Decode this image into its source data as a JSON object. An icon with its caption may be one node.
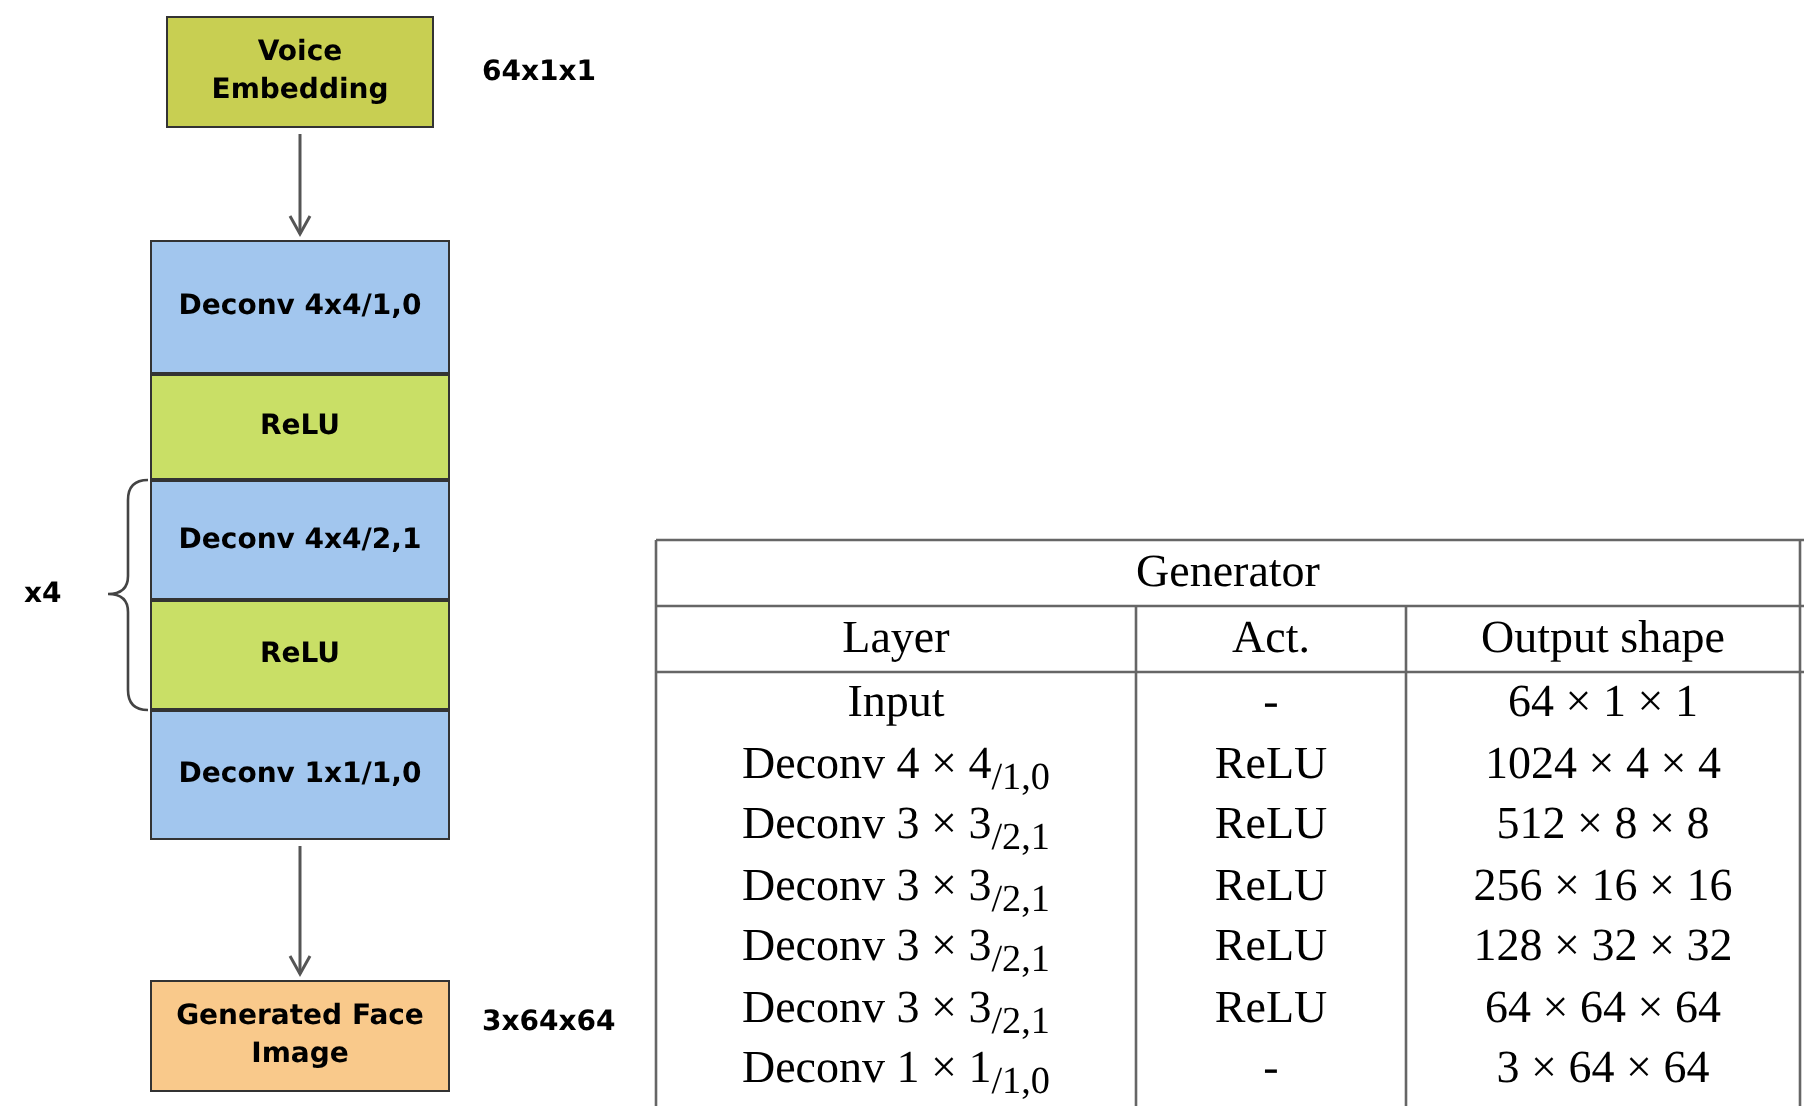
{
  "diagram": {
    "nodes": [
      {
        "text": [
          "Voice Embedding"
        ],
        "beside": [
          "64x1x1"
        ]
      },
      {
        "text": [
          "Deconv 4x4/1,0"
        ]
      },
      {
        "text": [
          "ReLU"
        ]
      },
      {
        "text": [
          "Deconv 4x4/2,1"
        ]
      },
      {
        "text": [
          "ReLU"
        ]
      },
      {
        "text": [
          "Deconv 1x1/1,0"
        ]
      },
      {
        "text": [
          "Generated Face Image"
        ],
        "beside": [
          "3x64x64"
        ]
      }
    ],
    "edges": [
      {
        "from": 0,
        "to": 1,
        "arrow": "to"
      },
      {
        "from": 5,
        "to": 6,
        "arrow": "to"
      }
    ],
    "labels": [
      "x4",
      "Generator",
      "Layer",
      "Act.",
      "Output shape",
      "Input",
      "-",
      "64 × 1 × 1",
      "Deconv 4 × 4$_{/1,0}$",
      "ReLU",
      "1024 × 4 × 4",
      "Deconv 3 × 3$_{/2,1}$",
      "ReLU",
      "512 × 8 × 8",
      "Deconv 3 × 3$_{/2,1}$",
      "ReLU",
      "256 × 16 × 16",
      "Deconv 3 × 3$_{/2,1}$",
      "ReLU",
      "128 × 32 × 32",
      "Deconv 3 × 3$_{/2,1}$",
      "ReLU",
      "64 × 64 × 64",
      "Deconv 1 × 1$_{/1,0}$",
      "-",
      "3 × 64 × 64"
    ]
  }
}
